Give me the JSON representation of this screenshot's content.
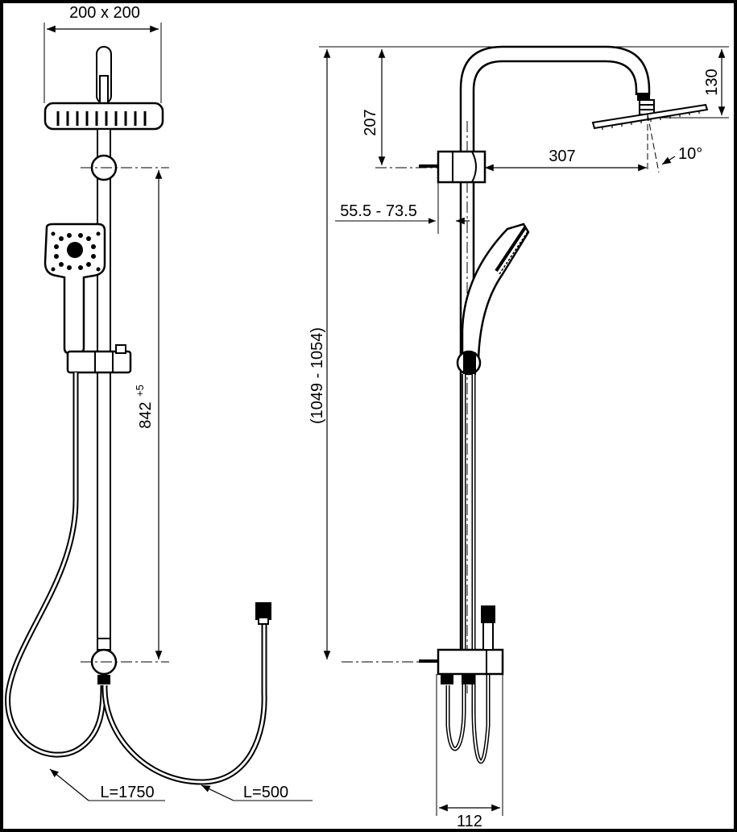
{
  "dimensions": {
    "head_size": "200 x 200",
    "rail_spacing_main": "842",
    "rail_spacing_tol": "+5",
    "overall_height": "(1049 - 1054)",
    "upper_bracket_drop": "207",
    "head_drop": "130",
    "arm_reach": "307",
    "wall_offset": "55.5 - 73.5",
    "tilt_angle": "10°",
    "body_width": "112",
    "hose_long": "L=1750",
    "hose_short": "L=500"
  },
  "colors": {
    "line": "#000000",
    "background": "#ffffff"
  }
}
